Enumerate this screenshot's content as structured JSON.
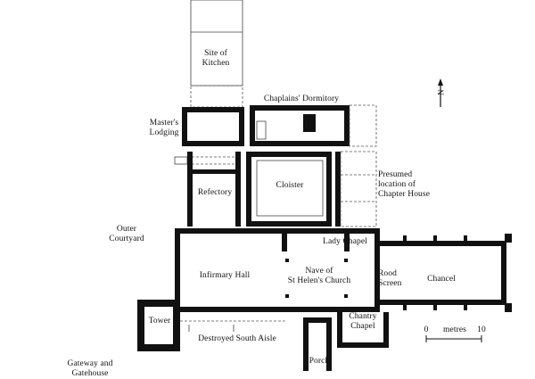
{
  "labels": {
    "site_of_kitchen": "Site of\nKitchen",
    "chaplains_dormitory": "Chaplains' Dormitory",
    "masters_lodging": "Master's\nLodging",
    "presumed_chapter_house": "Presumed\nlocation of\nChapter House",
    "refectory": "Refectory",
    "cloister": "Cloister",
    "outer_courtyard": "Outer\nCourtyard",
    "lady_chapel": "Lady Chapel",
    "infirmary_hall": "Infirmary Hall",
    "nave": "Nave of\nSt Helen's Church",
    "rood_screen": "Rood\nScreen",
    "chancel": "Chancel",
    "tower": "Tower",
    "destroyed_south_aisle": "Destroyed South Aisle",
    "chantry_chapel": "Chantry\nChapel",
    "porch": "Porch",
    "gateway": "Gateway and\nGatehouse"
  },
  "scale": {
    "start": "0",
    "unit": "metres",
    "end": "10"
  },
  "north": "N"
}
